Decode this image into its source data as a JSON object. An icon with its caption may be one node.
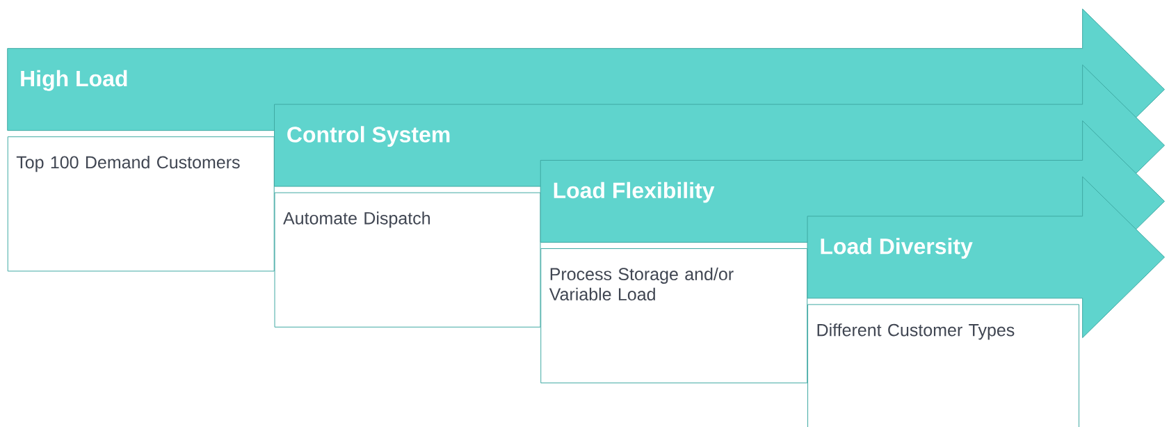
{
  "diagram": {
    "nodes": [
      {
        "text": [
          "High Load"
        ]
      },
      {
        "text": [
          "Top 100 Demand Customers"
        ]
      },
      {
        "text": [
          "Control System"
        ]
      },
      {
        "text": [
          "Automate Dispatch"
        ]
      },
      {
        "text": [
          "Load Flexibility"
        ]
      },
      {
        "text": [
          "Process Storage and/or Variable Load"
        ]
      },
      {
        "text": [
          "Load Diversity"
        ]
      },
      {
        "text": [
          "Different Customer Types"
        ]
      }
    ]
  }
}
